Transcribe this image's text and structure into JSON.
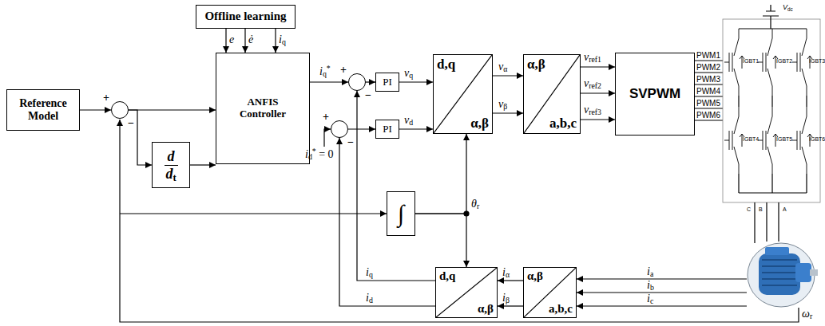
{
  "diagram": {
    "nodes": [
      {
        "text": [
          "Offline learning"
        ]
      },
      {
        "text": [
          "Reference Model"
        ]
      },
      {
        "text": [
          "+",
          "−"
        ]
      },
      {
        "text": [
          "d",
          "dt"
        ]
      },
      {
        "text": [
          "ANFIS Controller"
        ]
      },
      {
        "text": [
          "+",
          "−"
        ]
      },
      {
        "text": [
          "+",
          "−"
        ]
      },
      {
        "text": [
          "PI"
        ]
      },
      {
        "text": [
          "PI"
        ]
      },
      {
        "text": [
          "d,q",
          "α,β"
        ]
      },
      {
        "text": [
          "α,β",
          "a,b,c"
        ]
      },
      {
        "text": [
          "SVPWM"
        ]
      },
      {
        "text": [
          "∫"
        ]
      },
      {
        "text": [
          "d,q",
          "α,β"
        ]
      },
      {
        "text": [
          "α,β",
          "a,b,c"
        ]
      }
    ],
    "edges": [
      {
        "from": 0,
        "to": 4,
        "arrow": "to",
        "label": "e"
      },
      {
        "from": 0,
        "to": 4,
        "arrow": "to",
        "label": "ė"
      },
      {
        "from": 0,
        "to": 4,
        "arrow": "to",
        "label": "iq"
      },
      {
        "from": 1,
        "to": 2,
        "arrow": "to"
      },
      {
        "from": 2,
        "to": 4,
        "arrow": "to"
      },
      {
        "from": 2,
        "to": 3,
        "arrow": "to"
      },
      {
        "from": 3,
        "to": 4,
        "arrow": "to"
      },
      {
        "from": 4,
        "to": 5,
        "arrow": "to",
        "label": "iq*"
      },
      {
        "from": 5,
        "to": 7,
        "arrow": "to"
      },
      {
        "from": 7,
        "to": 9,
        "arrow": "to",
        "label": "vq"
      },
      {
        "from": 6,
        "to": 8,
        "arrow": "to"
      },
      {
        "from": 8,
        "to": 9,
        "arrow": "to",
        "label": "vd"
      },
      {
        "from": 9,
        "to": 10,
        "arrow": "to",
        "label": "vα"
      },
      {
        "from": 9,
        "to": 10,
        "arrow": "to",
        "label": "vβ"
      },
      {
        "from": 10,
        "to": 11,
        "arrow": "to",
        "label": "vref1"
      },
      {
        "from": 10,
        "to": 11,
        "arrow": "to",
        "label": "vref2"
      },
      {
        "from": 10,
        "to": 11,
        "arrow": "to",
        "label": "vref3"
      },
      {
        "from": 14,
        "to": 13,
        "arrow": "to",
        "label": "iα"
      },
      {
        "from": 14,
        "to": 13,
        "arrow": "to",
        "label": "iβ"
      },
      {
        "from": 13,
        "to": 5,
        "arrow": "to",
        "label": "iq"
      },
      {
        "from": 13,
        "to": 6,
        "arrow": "to",
        "label": "id"
      },
      {
        "from": 12,
        "to": 9,
        "arrow": "to",
        "label": "θr"
      },
      {
        "from": 12,
        "to": 13,
        "arrow": "to"
      }
    ],
    "labels": [
      "id* = 0",
      "PWM1",
      "PWM2",
      "PWM3",
      "PWM4",
      "PWM5",
      "PWM6",
      "ia",
      "ib",
      "ic",
      "ωr",
      "Vdc",
      "IGBT1",
      "IGBT2",
      "IGBT3",
      "IGBT4",
      "IGBT5",
      "IGBT6",
      "C",
      "B",
      "A"
    ]
  }
}
